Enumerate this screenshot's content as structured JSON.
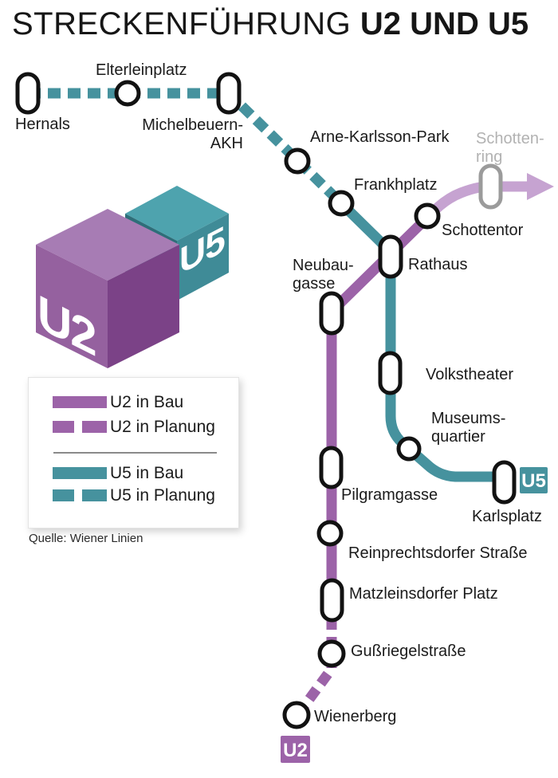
{
  "title": {
    "light": "STRECKENFÜHRUNG",
    "bold": "U2 UND U5"
  },
  "cubes": {
    "u2": "U2",
    "u5": "U5"
  },
  "termini": {
    "u5": "U5",
    "u2": "U2"
  },
  "stations": {
    "hernals": "Hernals",
    "elterleinplatz": "Elterleinplatz",
    "michelbeuern": "Michelbeuern-\nAKH",
    "arne": "Arne-Karlsson-Park",
    "schottenring": "Schotten-\nring",
    "frankhplatz": "Frankhplatz",
    "schottentor": "Schottentor",
    "rathaus": "Rathaus",
    "neubaugasse": "Neubau-\ngasse",
    "volkstheater": "Volkstheater",
    "museumsquartier": "Museums-\nquartier",
    "karlsplatz": "Karlsplatz",
    "pilgramgasse": "Pilgramgasse",
    "reinprechtsdorfer": "Reinprechtsdorfer Straße",
    "matzleinsdorfer": "Matzleinsdorfer Platz",
    "gussriegelstrasse": "Gußriegelstraße",
    "wienerberg": "Wienerberg"
  },
  "legend": {
    "u2_bau": "U2 in Bau",
    "u2_planung": "U2 in Planung",
    "u5_bau": "U5 in Bau",
    "u5_planung": "U5 in Planung",
    "source": "Quelle: Wiener Linien"
  },
  "colors": {
    "u2_line": "#9c63a8",
    "u2_existing_line": "#c6a3d1",
    "u5_line": "#46929e",
    "station_stroke": "#121212",
    "existing_station_stroke": "#9b9b9b",
    "existing_label_gray": "#b2b2b2"
  }
}
